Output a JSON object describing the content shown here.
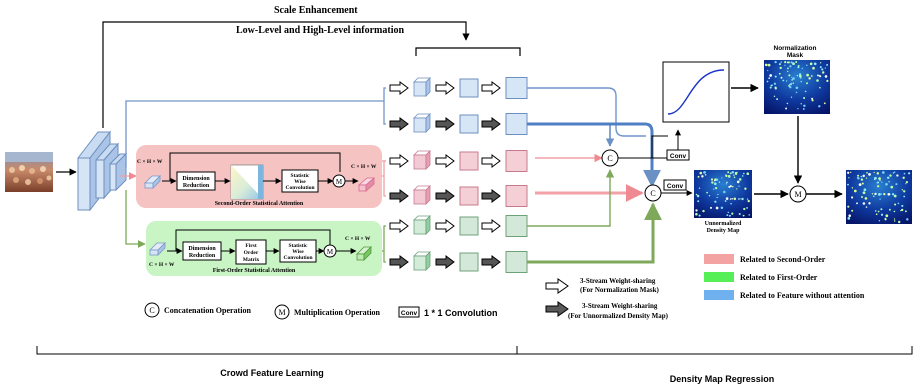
{
  "top": {
    "scale_enhancement": "Scale Enhancement",
    "low_high_info": "Low-Level and High-Level information"
  },
  "second_order": {
    "input_label": "C × H × W",
    "output_label": "C × H × W",
    "dimension_reduction": [
      "Dimension",
      "Reduction"
    ],
    "statistic_conv": [
      "Statistic",
      "Wise",
      "Convolution"
    ],
    "caption": "Second-Order Statistical Attention"
  },
  "first_order": {
    "input_label": "C × H × W",
    "output_label": "C × H × W",
    "dimension_reduction": [
      "Dimension",
      "Reduction"
    ],
    "first_order_matrix": [
      "First",
      "Order",
      "Matrix"
    ],
    "statistic_conv": [
      "Statistic",
      "Wise",
      "Convolution"
    ],
    "caption": "First-Order Statistical Attention"
  },
  "symbols": {
    "concat": "C",
    "mult": "M",
    "conv": "Conv"
  },
  "right": {
    "normalization_mask": [
      "Normalization",
      "Mask"
    ],
    "unnormalized_density_map": [
      "Unnormalized",
      "Density Map"
    ]
  },
  "stream_legend": {
    "white_arrow": [
      "3-Stream Weight-sharing",
      "(For Normalization Mask)"
    ],
    "dark_arrow": [
      "3-Stream Weight-sharing",
      "(For Unnormalized Density Map)"
    ]
  },
  "color_legend": [
    {
      "label": "Related to Second-Order",
      "color": "#f4a3a3"
    },
    {
      "label": "Related to First-Order",
      "color": "#57ef57"
    },
    {
      "label": "Related to Feature without attention",
      "color": "#6fb1ee"
    }
  ],
  "op_legend": {
    "concat_label": "Concatenation Operation",
    "mult_label": "Multiplication Operation",
    "conv_label": "1 * 1 Convolution"
  },
  "bottom": {
    "left_section": "Crowd Feature Learning",
    "right_section": "Density Map Regression"
  },
  "colors": {
    "blue_stream": "#7096c8",
    "red_stream": "#f2a1a6",
    "green_stream": "#7ea95a",
    "second_order_panel": "#f6c3c3",
    "first_order_panel": "#c9f4c4",
    "density_bg": "#0a1a78"
  }
}
